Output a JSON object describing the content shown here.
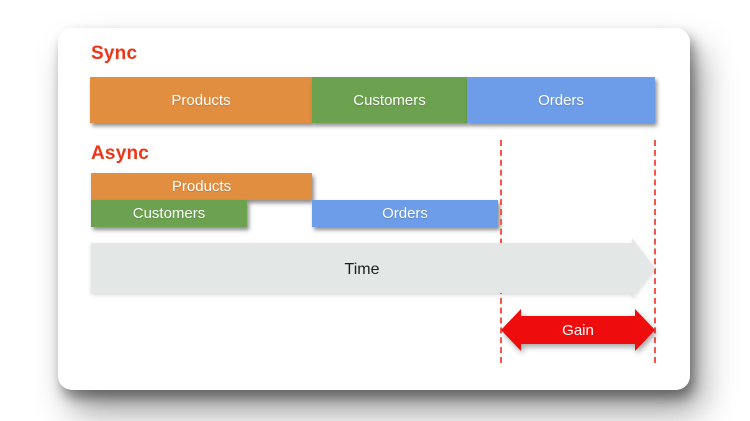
{
  "card": {
    "background": "#ffffff"
  },
  "sync": {
    "label": "Sync",
    "bars": [
      {
        "label": "Products",
        "color": "#E28E41"
      },
      {
        "label": "Customers",
        "color": "#6CA24F"
      },
      {
        "label": "Orders",
        "color": "#6D9CE8"
      }
    ]
  },
  "async": {
    "label": "Async",
    "bars": [
      {
        "label": "Products",
        "color": "#E28E41"
      },
      {
        "label": "Customers",
        "color": "#6CA24F"
      },
      {
        "label": "Orders",
        "color": "#6D9CE8"
      }
    ]
  },
  "time": {
    "label": "Time",
    "fill": "#E3E8E7",
    "text_color": "#1C1C1C"
  },
  "gain": {
    "label": "Gain",
    "fill": "#EE0C0C",
    "text_color": "#FFFFFF"
  },
  "accents": {
    "section_label_color": "#EE3517",
    "dashed_line_color": "#F4564A"
  }
}
